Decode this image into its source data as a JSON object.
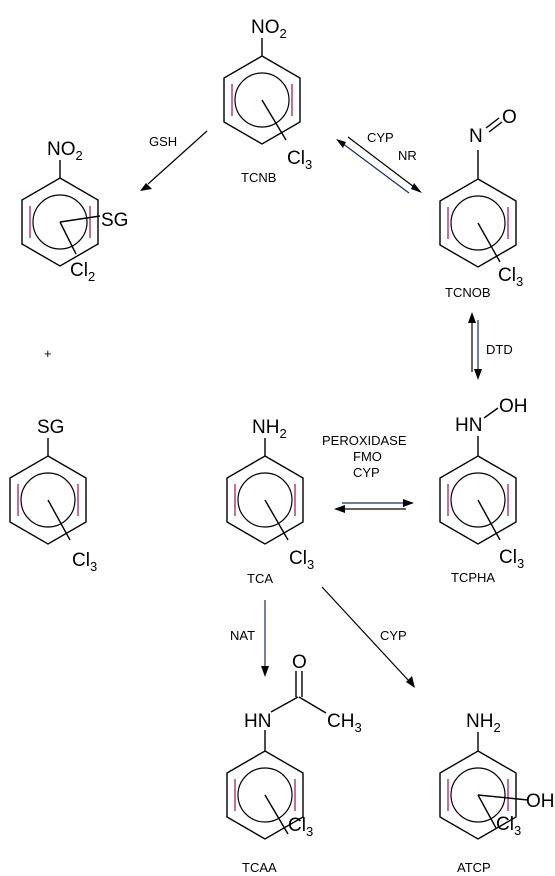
{
  "compounds": {
    "tcnb": {
      "name": "TCNB",
      "top_group": "NO",
      "top_sub": "2",
      "ring_sub": "Cl",
      "ring_sub_n": "3"
    },
    "sg_adduct": {
      "top_group": "NO",
      "top_sub": "2",
      "side_group": "SG",
      "ring_sub": "Cl",
      "ring_sub_n": "2"
    },
    "sg_cl3": {
      "top_group": "SG",
      "ring_sub": "Cl",
      "ring_sub_n": "3"
    },
    "tcnob": {
      "name": "TCNOB",
      "top_n": "N",
      "top_o": "O",
      "ring_sub": "Cl",
      "ring_sub_n": "3"
    },
    "tcpha": {
      "name": "TCPHA",
      "top_hn": "HN",
      "top_oh": "OH",
      "ring_sub": "Cl",
      "ring_sub_n": "3"
    },
    "tca": {
      "name": "TCA",
      "top_group": "NH",
      "top_sub": "2",
      "ring_sub": "Cl",
      "ring_sub_n": "3"
    },
    "tcaa": {
      "name": "TCAA",
      "top_hn": "HN",
      "top_o": "O",
      "top_ch": "CH",
      "top_ch_sub": "3",
      "ring_sub": "Cl",
      "ring_sub_n": "3"
    },
    "atcp": {
      "name": "ATCP",
      "top_group": "NH",
      "top_sub": "2",
      "side_group": "OH",
      "ring_sub": "Cl",
      "ring_sub_n": "3"
    }
  },
  "reactions": {
    "gsh": "GSH",
    "cyp_nr_1": "CYP",
    "cyp_nr_2": "NR",
    "dtd": "DTD",
    "peroxidase_1": "PEROXIDASE",
    "peroxidase_2": "FMO",
    "peroxidase_3": "CYP",
    "nat": "NAT",
    "cyp_atcp": "CYP"
  },
  "plus_sign": "+"
}
